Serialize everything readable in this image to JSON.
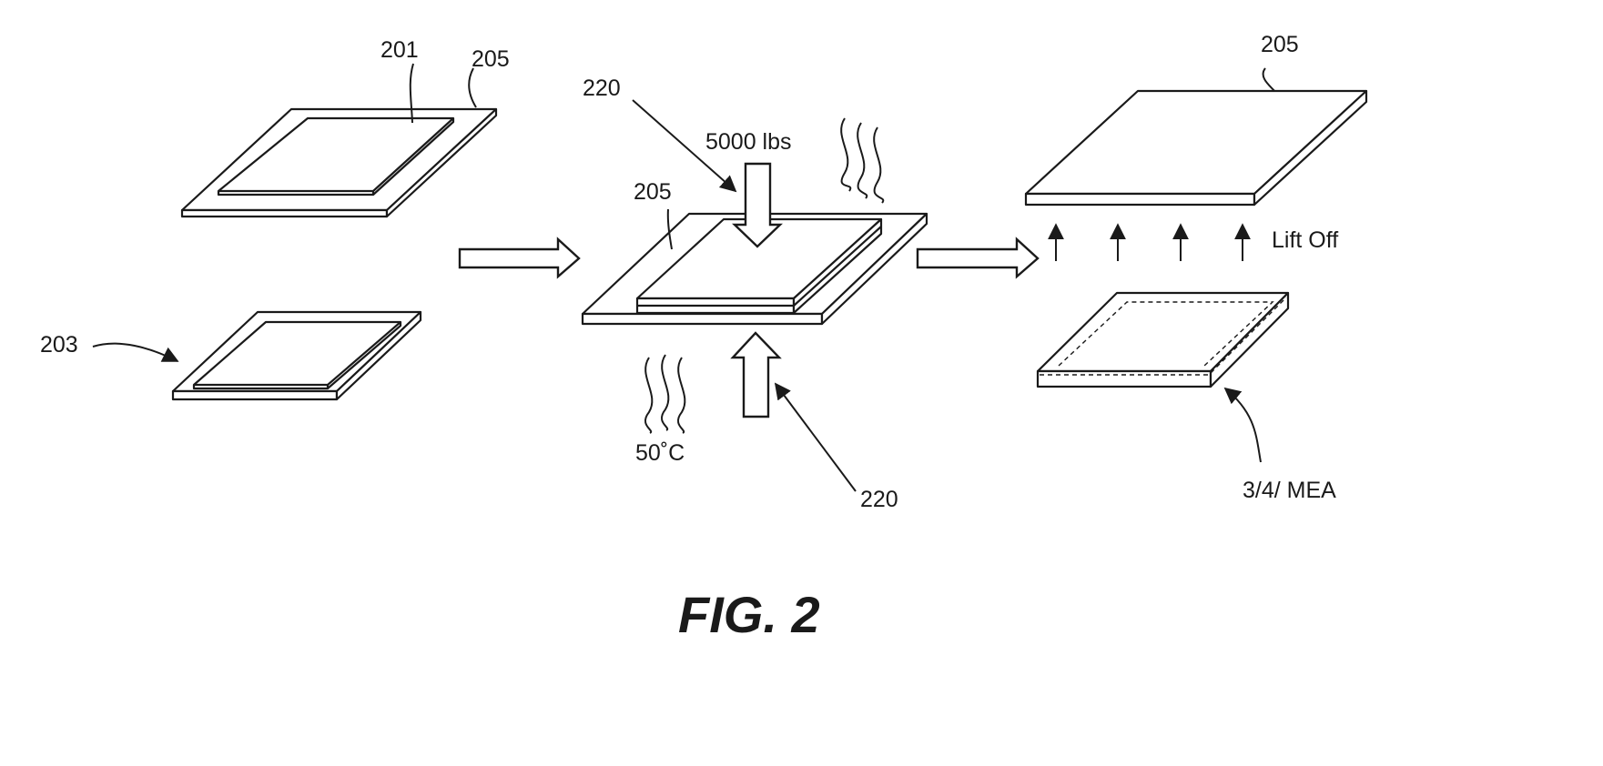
{
  "figure": {
    "caption": "FIG. 2"
  },
  "labels": {
    "plate_201": "201",
    "frame_205_left": "205",
    "plate_203": "203",
    "press_220_top": "220",
    "force": "5000 lbs",
    "frame_205_center": "205",
    "temperature": "50˚C",
    "press_220_bottom": "220",
    "frame_205_right": "205",
    "lift_off": "Lift Off",
    "product": "3/4/ MEA"
  }
}
